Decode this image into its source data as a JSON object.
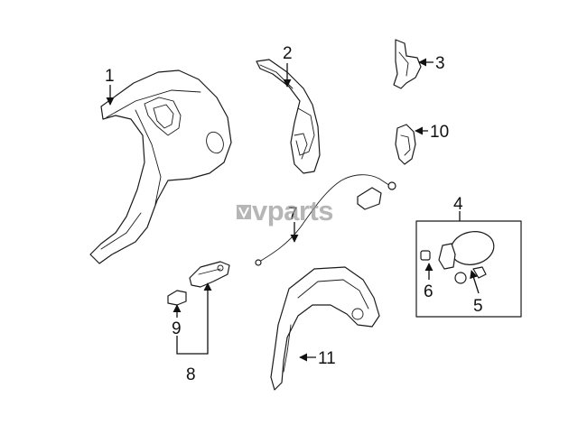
{
  "watermark": {
    "text": "vparts",
    "color": "#9a9a9a"
  },
  "callouts": {
    "c1": "1",
    "c2": "2",
    "c3": "3",
    "c4": "4",
    "c5": "5",
    "c6": "6",
    "c7": "7",
    "c8": "8",
    "c9": "9",
    "c10": "10",
    "c11": "11"
  },
  "colors": {
    "line": "#1a1a1a",
    "background": "#ffffff"
  }
}
